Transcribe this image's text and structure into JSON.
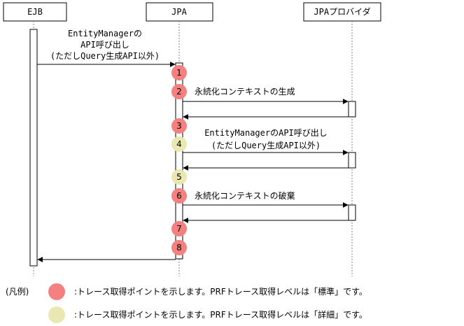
{
  "participants": {
    "ejb": "EJB",
    "jpa": "JPA",
    "provider": "JPAプロバイダ"
  },
  "messages": {
    "ejb_call_line1": "EntityManagerの",
    "ejb_call_line2": "API呼び出し",
    "ejb_call_line3": "(ただしQuery生成API以外)",
    "create_context": "永続化コンテキストの生成",
    "api_call_line1": "EntityManagerのAPI呼び出し",
    "api_call_line2": "(ただしQuery生成API以外)",
    "destroy_context": "永続化コンテキストの破棄"
  },
  "trace_points": [
    {
      "label": "1",
      "level": "standard"
    },
    {
      "label": "2",
      "level": "standard"
    },
    {
      "label": "3",
      "level": "standard"
    },
    {
      "label": "4",
      "level": "detail"
    },
    {
      "label": "5",
      "level": "detail"
    },
    {
      "label": "6",
      "level": "standard"
    },
    {
      "label": "7",
      "level": "standard"
    },
    {
      "label": "8",
      "level": "standard"
    }
  ],
  "legend": {
    "title": "(凡例)",
    "standard": ":トレース取得ポイントを示します。PRFトレース取得レベルは「標準」です。",
    "detail": ":トレース取得ポイントを示します。PRFトレース取得レベルは「詳細」です。"
  },
  "colors": {
    "standard": "#f48080",
    "detail": "#e8e8b0",
    "line": "#000000",
    "lifeline": "#7f7f7f"
  }
}
